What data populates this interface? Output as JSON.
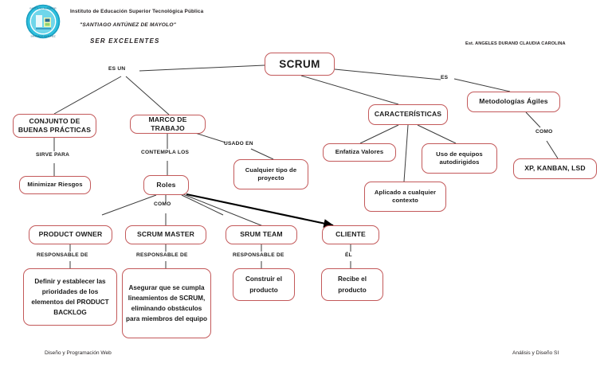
{
  "header": {
    "institution": "Instituto de Educación Superior  Tecnológica Pública",
    "school_name": "\"SANTIAGO ANTÚNEZ DE MAYOLO\"",
    "motto": "SER EXCELENTES",
    "student": "Est. ANGELES DURAND CLAUDIA CAROLINA",
    "logo_name": "institution-seal-logo"
  },
  "footer": {
    "left": "Diseño y Programación Web",
    "right": "Análisis y Diseño SI"
  },
  "colors": {
    "node_border": "#c3595a",
    "node_fill": "#ffffff",
    "edge": "#3b3b3b",
    "arrow": "#000000",
    "text": "#1a1a1a",
    "logo_ring": "#28b8d8",
    "logo_inner": "#ffffff"
  },
  "diagram": {
    "title": "SCRUM",
    "nodes": [
      {
        "id": "scrum",
        "label": "SCRUM"
      },
      {
        "id": "conjunto",
        "label": "CONJUNTO DE BUENAS PRÁCTICAS"
      },
      {
        "id": "marco",
        "label": "MARCO DE TRABAJO"
      },
      {
        "id": "minimizar",
        "label": "Minimizar Riesgos"
      },
      {
        "id": "roles",
        "label": "Roles"
      },
      {
        "id": "cualquier",
        "label": "Cualquier tipo de proyecto"
      },
      {
        "id": "caracteristicas",
        "label": "CARACTERÍSTICAS"
      },
      {
        "id": "metodologias",
        "label": "Metodologías Ágiles"
      },
      {
        "id": "enfatiza",
        "label": "Enfatiza Valores"
      },
      {
        "id": "equipos",
        "label": "Uso de equipos autodirigidos"
      },
      {
        "id": "aplicado",
        "label": "Aplicado a cualquier contexto"
      },
      {
        "id": "xp",
        "label": "XP, KANBAN, LSD"
      },
      {
        "id": "product-owner",
        "label": "PRODUCT OWNER"
      },
      {
        "id": "scrum-master",
        "label": "SCRUM MASTER"
      },
      {
        "id": "srum-team",
        "label": "SRUM TEAM"
      },
      {
        "id": "cliente",
        "label": "CLIENTE"
      },
      {
        "id": "po-desc",
        "label": "Definir y establecer las prioridades de los elementos del PRODUCT BACKLOG"
      },
      {
        "id": "sm-desc",
        "label": "Asegurar que se cumpla lineamientos de SCRUM, eliminando obstáculos para miembros del equipo"
      },
      {
        "id": "st-desc",
        "label": "Construir el producto"
      },
      {
        "id": "cl-desc",
        "label": "Recibe el producto"
      }
    ],
    "connectors": [
      {
        "id": "es-un",
        "label": "ES UN",
        "from": "scrum",
        "to": "conjunto"
      },
      {
        "id": "es",
        "label": "ES",
        "from": "scrum",
        "to": "metodologias"
      },
      {
        "id": "sirve-para",
        "label": "SIRVE PARA",
        "from": "conjunto",
        "to": "minimizar"
      },
      {
        "id": "contempla-los",
        "label": "CONTEMPLA LOS",
        "from": "marco",
        "to": "roles"
      },
      {
        "id": "usado-en",
        "label": "USADO EN",
        "from": "marco",
        "to": "cualquier"
      },
      {
        "id": "como-metod",
        "label": "COMO",
        "from": "metodologias",
        "to": "xp"
      },
      {
        "id": "como-roles",
        "label": "COMO",
        "from": "roles",
        "to": "scrum-master"
      },
      {
        "id": "responsable-po",
        "label": "RESPONSABLE DE",
        "from": "product-owner",
        "to": "po-desc"
      },
      {
        "id": "responsable-sm",
        "label": "RESPONSABLE DE",
        "from": "scrum-master",
        "to": "sm-desc"
      },
      {
        "id": "responsable-st",
        "label": "RESPONSABLE DE",
        "from": "srum-team",
        "to": "st-desc"
      },
      {
        "id": "el",
        "label": "ÉL",
        "from": "cliente",
        "to": "cl-desc"
      }
    ]
  }
}
